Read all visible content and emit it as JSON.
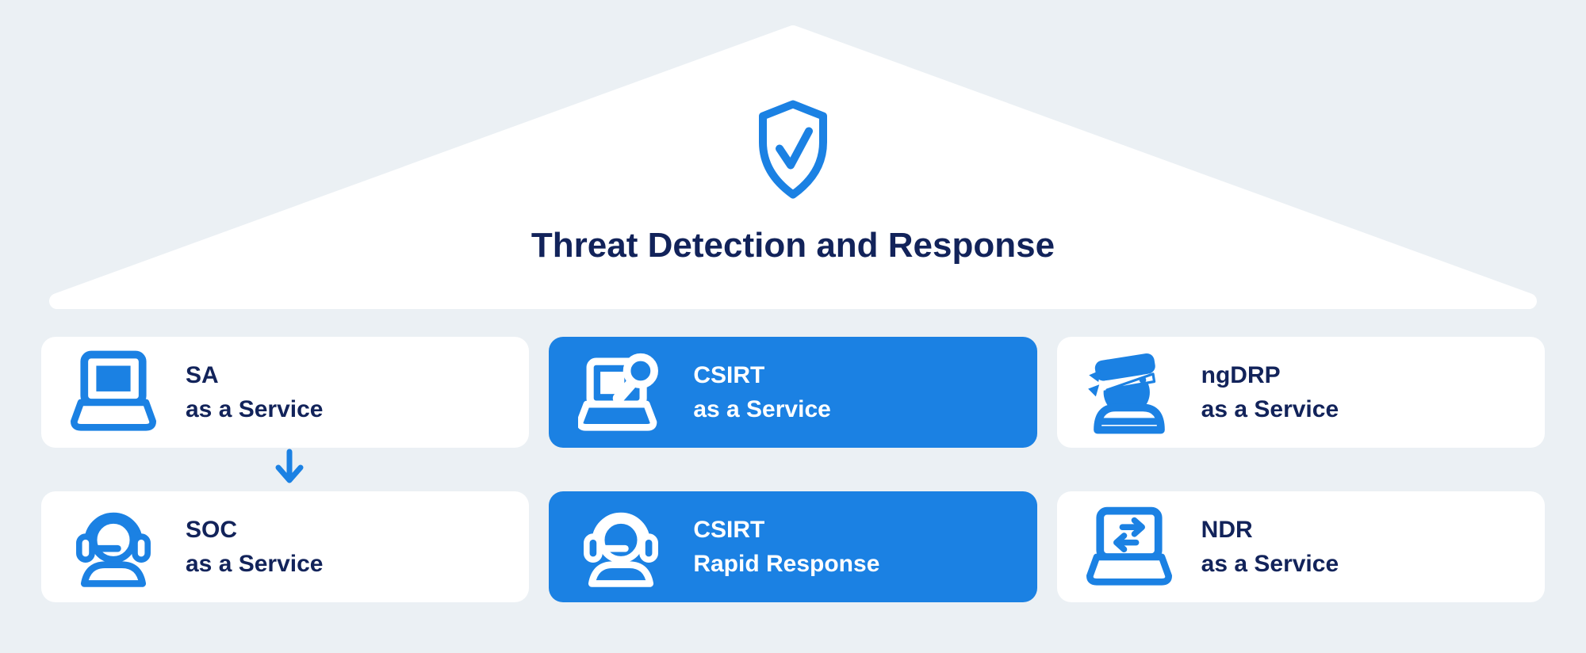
{
  "colors": {
    "background": "#ebf0f4",
    "accent_blue": "#1b81e3",
    "navy_text": "#12235a",
    "card_white": "#ffffff",
    "roof_white": "#ffffff"
  },
  "roof": {
    "icon": "shield-check-icon",
    "title": "Threat Detection and Response"
  },
  "cards": [
    {
      "id": "sa",
      "line1": "SA",
      "line2": "as a Service",
      "icon": "laptop-icon",
      "highlighted": false
    },
    {
      "id": "csirt-aas",
      "line1": "CSIRT",
      "line2": "as a Service",
      "icon": "laptop-search-icon",
      "highlighted": true
    },
    {
      "id": "ngdrp",
      "line1": "ngDRP",
      "line2": "as a Service",
      "icon": "ninja-icon",
      "highlighted": false
    },
    {
      "id": "soc",
      "line1": "SOC",
      "line2": "as a Service",
      "icon": "headset-agent-icon",
      "highlighted": false
    },
    {
      "id": "csirt-rr",
      "line1": "CSIRT",
      "line2": "Rapid Response",
      "icon": "headset-agent-icon",
      "highlighted": true
    },
    {
      "id": "ndr",
      "line1": "NDR",
      "line2": "as a Service",
      "icon": "laptop-transfer-icon",
      "highlighted": false
    }
  ],
  "connector": {
    "icon": "arrow-down-icon",
    "from": "SA as a Service",
    "to": "SOC as a Service"
  }
}
